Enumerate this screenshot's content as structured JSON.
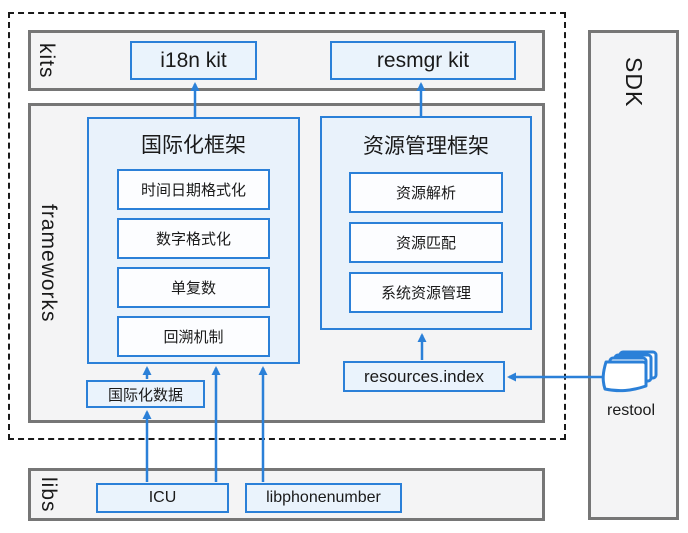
{
  "sdk": {
    "label": "SDK"
  },
  "kits": {
    "label": "kits",
    "items": [
      {
        "label": "i18n kit"
      },
      {
        "label": "resmgr kit"
      }
    ]
  },
  "frameworks": {
    "label": "frameworks",
    "i18n": {
      "title": "国际化框架",
      "modules": [
        {
          "label": "时间日期格式化"
        },
        {
          "label": "数字格式化"
        },
        {
          "label": "单复数"
        },
        {
          "label": "回溯机制"
        }
      ]
    },
    "resmgr": {
      "title": "资源管理框架",
      "modules": [
        {
          "label": "资源解析"
        },
        {
          "label": "资源匹配"
        },
        {
          "label": "系统资源管理"
        }
      ]
    },
    "i18n_data": {
      "label": "国际化数据"
    },
    "resources_index": {
      "label": "resources.index"
    }
  },
  "libs": {
    "label": "libs",
    "items": [
      {
        "label": "ICU"
      },
      {
        "label": "libphonenumber"
      }
    ]
  },
  "restool": {
    "label": "restool",
    "icon": "stacked-files-icon"
  },
  "colors": {
    "accent_blue": "#2b80d8",
    "band_border_gray": "#767676",
    "band_fill": "#f4f4f5",
    "kit_box_fill": "#eaf3fc",
    "framework_fill": "#e9f2fb",
    "module_fill": "#fcfdff",
    "dashed_border": "#1a1a1a"
  }
}
